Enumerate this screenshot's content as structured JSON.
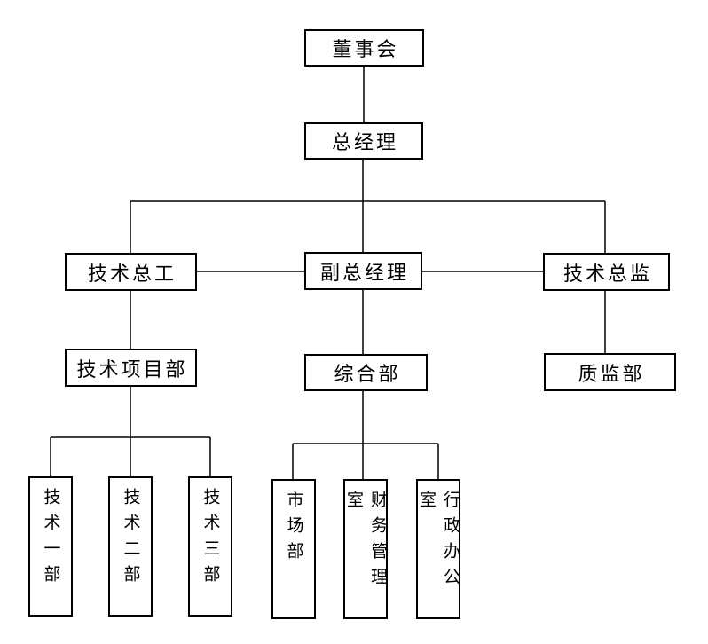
{
  "diagram": {
    "type": "org-chart",
    "nodes": {
      "board": {
        "label": "董事会"
      },
      "general_manager": {
        "label": "总经理"
      },
      "chief_tech_engineer": {
        "label": "技术总工"
      },
      "deputy_general_manager": {
        "label": "副总经理"
      },
      "tech_director": {
        "label": "技术总监"
      },
      "tech_project_dept": {
        "label": "技术项目部"
      },
      "general_dept": {
        "label": "综合部"
      },
      "quality_dept": {
        "label": "质监部"
      },
      "tech_dept_1": {
        "label": "技术一部"
      },
      "tech_dept_2": {
        "label": "技术二部"
      },
      "tech_dept_3": {
        "label": "技术三部"
      },
      "market_dept": {
        "label": "市场部"
      },
      "finance_mgmt_office": {
        "label": "财务管理室"
      },
      "admin_office": {
        "label": "行政办公室"
      }
    },
    "edges": [
      [
        "董事会",
        "总经理"
      ],
      [
        "总经理",
        "技术总工"
      ],
      [
        "总经理",
        "副总经理"
      ],
      [
        "总经理",
        "技术总监"
      ],
      [
        "技术总工",
        "副总经理"
      ],
      [
        "副总经理",
        "技术总监"
      ],
      [
        "技术总工",
        "技术项目部"
      ],
      [
        "副总经理",
        "综合部"
      ],
      [
        "技术总监",
        "质监部"
      ],
      [
        "技术项目部",
        "技术一部"
      ],
      [
        "技术项目部",
        "技术二部"
      ],
      [
        "技术项目部",
        "技术三部"
      ],
      [
        "综合部",
        "市场部"
      ],
      [
        "综合部",
        "财务管理室"
      ],
      [
        "综合部",
        "行政办公室"
      ]
    ],
    "colors": {
      "background": "#ffffff",
      "box_border": "#000000",
      "line": "#000000",
      "text": "#000000"
    }
  }
}
